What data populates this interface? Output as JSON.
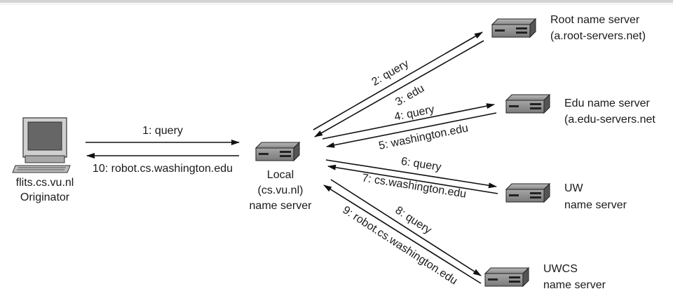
{
  "originator": {
    "host": "flits.cs.vu.nl",
    "role": "Originator",
    "icon": "computer-icon"
  },
  "local_server": {
    "line1": "Local",
    "line2": "(cs.vu.nl)",
    "line3": "name server",
    "icon": "server-icon"
  },
  "servers": [
    {
      "id": "root",
      "line1": "Root name server",
      "line2": "(a.root-servers.net)",
      "icon": "server-icon"
    },
    {
      "id": "edu",
      "line1": "Edu name server",
      "line2": "(a.edu-servers.net",
      "icon": "server-icon"
    },
    {
      "id": "uw",
      "line1": "UW",
      "line2": "name server",
      "icon": "server-icon"
    },
    {
      "id": "uwcs",
      "line1": "UWCS",
      "line2": "name server",
      "icon": "server-icon"
    }
  ],
  "messages": [
    "1: query",
    "10: robot.cs.washington.edu",
    "2: query",
    "3: edu",
    "4: query",
    "5: washington.edu",
    "6: query",
    "7: cs.washington.edu",
    "8: query",
    "9: robot.cs.washington.edu"
  ]
}
